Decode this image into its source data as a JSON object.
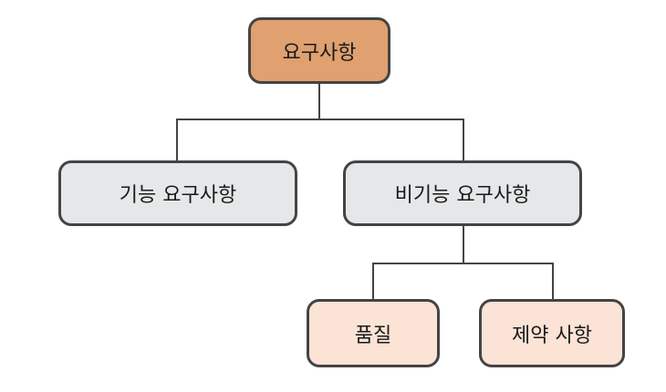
{
  "diagram": {
    "root": {
      "label": "요구사항",
      "fill": "#e0a070"
    },
    "functional": {
      "label": "기능 요구사항",
      "fill": "#e6e7e8"
    },
    "nonfunctional": {
      "label": "비기능 요구사항",
      "fill": "#e6e7e8"
    },
    "quality": {
      "label": "품질",
      "fill": "#fbe3d6"
    },
    "constraint": {
      "label": "제약 사항",
      "fill": "#fbe3d6"
    },
    "line_color": "#444444"
  }
}
